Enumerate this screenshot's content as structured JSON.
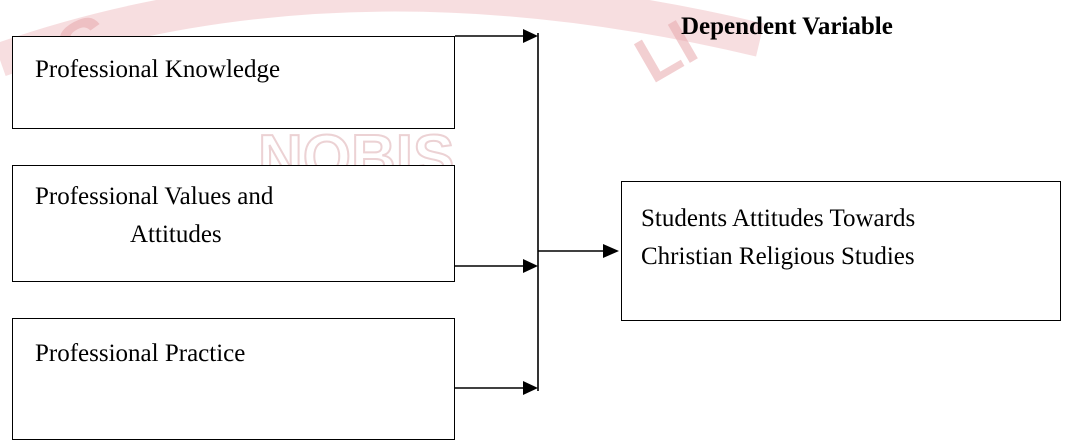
{
  "diagram": {
    "heading": "Dependent Variable",
    "independent_variables": [
      {
        "line1": "Professional Knowledge"
      },
      {
        "line1": "Professional Values and",
        "line2": "Attitudes"
      },
      {
        "line1": "Professional Practice"
      }
    ],
    "dependent_variable": {
      "line1": "Students Attitudes Towards",
      "line2": "Christian Religious Studies"
    },
    "watermark": {
      "text_left": "AS",
      "text_center": "NOBIS",
      "text_right": "LI",
      "color": "#e8a8ad"
    }
  }
}
